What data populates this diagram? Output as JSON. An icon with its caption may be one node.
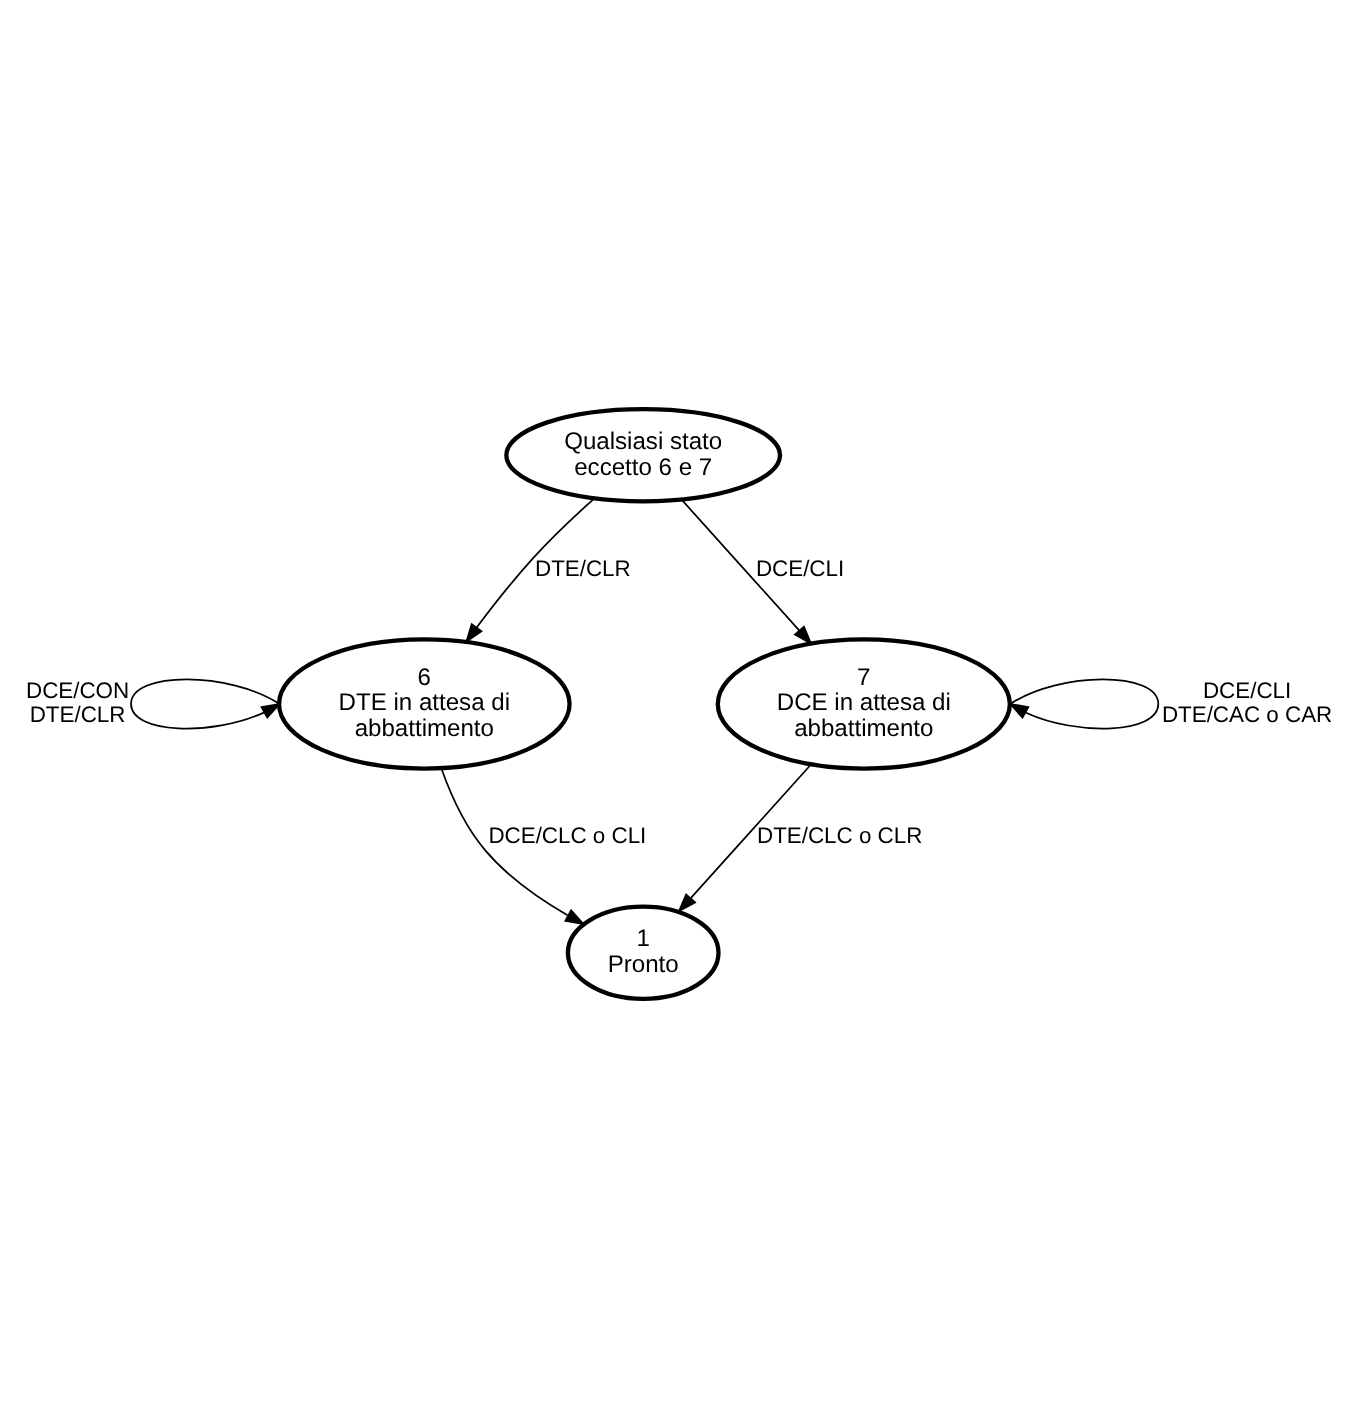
{
  "diagram": {
    "nodes": [
      {
        "text": [
          "Qualsiasi stato eccetto 6 e 7"
        ]
      },
      {
        "text": [
          "6",
          "DTE in attesa di abbattimento"
        ]
      },
      {
        "text": [
          "7",
          "DCE in attesa di abbattimento"
        ]
      },
      {
        "text": [
          "1",
          "Pronto"
        ]
      }
    ],
    "edges": [
      {
        "from": 0,
        "to": 1,
        "arrow": "to",
        "label": "DTE/CLR"
      },
      {
        "from": 0,
        "to": 2,
        "arrow": "to",
        "label": "DCE/CLI"
      },
      {
        "from": 1,
        "to": 1,
        "arrow": "to",
        "label": "DCE/CON DTE/CLR"
      },
      {
        "from": 2,
        "to": 2,
        "arrow": "to",
        "label": "DCE/CLI DTE/CAC o CAR"
      },
      {
        "from": 1,
        "to": 3,
        "arrow": "to",
        "label": "DCE/CLC o CLI"
      },
      {
        "from": 2,
        "to": 3,
        "arrow": "to",
        "label": "DTE/CLC o CLR"
      }
    ]
  }
}
